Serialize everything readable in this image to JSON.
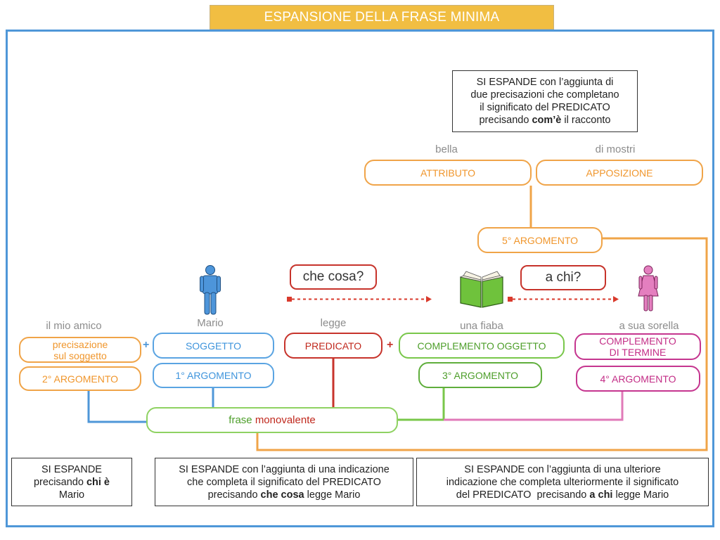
{
  "title": "ESPANSIONE DELLA FRASE MINIMA",
  "top_note": {
    "line1": "SI ESPANDE con l’aggiunta di",
    "line2": "due precisazioni che completano",
    "line3": "il significato del PREDICATO",
    "line4_pre": "precisando ",
    "line4_bold": "com’è",
    "line4_post": " il racconto"
  },
  "attribute": {
    "word": "bella",
    "label": "ATTRIBUTO"
  },
  "apposition": {
    "word": "di mostri",
    "label": "APPOSIZIONE"
  },
  "arg5": "5° ARGOMENTO",
  "question_what": "che cosa?",
  "question_whom": "a chi?",
  "subject_spec": {
    "word": "il mio amico",
    "line1": "precisazione",
    "line2": "sul soggetto",
    "arg": "2° ARGOMENTO"
  },
  "subject": {
    "word": "Mario",
    "label": "SOGGETTO",
    "arg": "1° ARGOMENTO"
  },
  "predicate": {
    "word": "legge",
    "label": "PREDICATO"
  },
  "object": {
    "word": "una fiaba",
    "label": "COMPLEMENTO OGGETTO",
    "arg": "3° ARGOMENTO"
  },
  "term": {
    "word": "a sua sorella",
    "line1": "COMPLEMENTO",
    "line2": "DI TERMINE",
    "arg": "4° ARGOMENTO"
  },
  "plus": "+",
  "frase": {
    "word1": "frase",
    "word2": "monovalente"
  },
  "notes": {
    "left": {
      "line1": "SI ESPANDE",
      "line2_pre": "precisando ",
      "line2_bold": "chi è",
      "line3": "Mario"
    },
    "middle": {
      "line1": "SI ESPANDE con l’aggiunta di una indicazione",
      "line2": "che completa il significato del PREDICATO",
      "line3_pre": "precisando ",
      "line3_bold": "che cosa",
      "line3_post": " legge Mario"
    },
    "right": {
      "line1": "SI ESPANDE con l’aggiunta di una ulteriore",
      "line2": "indicazione che completa ulteriormente il significato",
      "line3_pre": "del PREDICATO  precisando ",
      "line3_bold": "a chi",
      "line3_post": " legge Mario"
    }
  },
  "colors": {
    "orange": "#f0a448",
    "blue": "#4f97d8",
    "red": "#c7332b",
    "green": "#79c74a",
    "magenta": "#c5358f"
  },
  "icons": [
    "man-icon",
    "book-icon",
    "woman-icon"
  ]
}
